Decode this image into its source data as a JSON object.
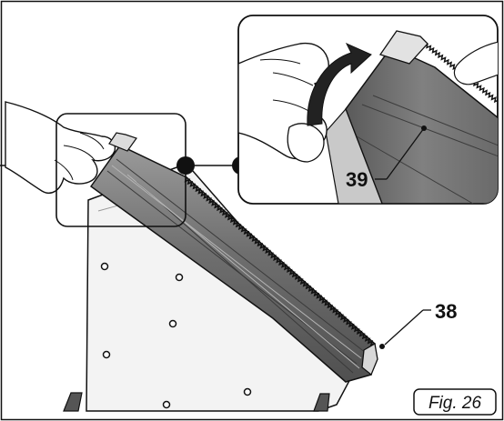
{
  "figure": {
    "caption": "Fig. 26",
    "callouts": [
      {
        "id": "38",
        "label": "38"
      },
      {
        "id": "39",
        "label": "39"
      }
    ],
    "colors": {
      "outline": "#111111",
      "panel": "#f2f2f2",
      "blade_dark": "#555555",
      "blade_mid": "#7a7a7a",
      "blade_light": "#9a9a9a",
      "arrow": "#222222"
    }
  }
}
